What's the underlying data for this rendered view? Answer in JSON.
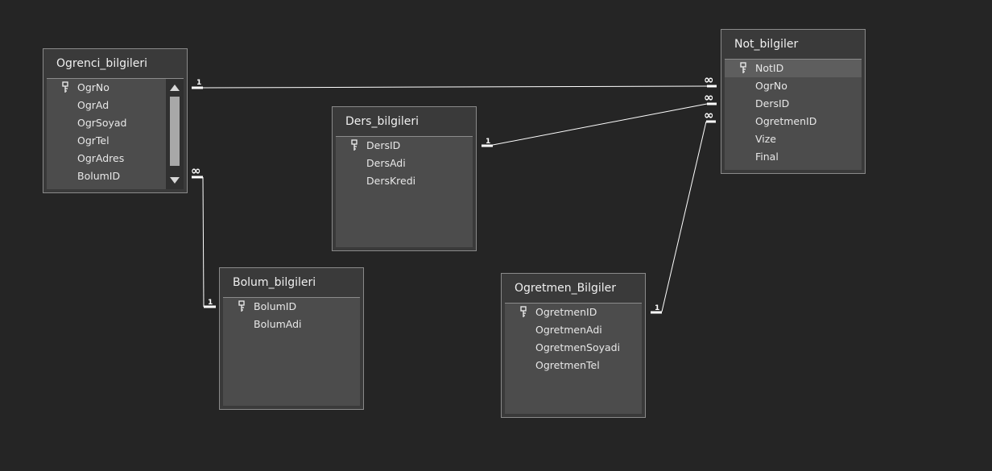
{
  "tables": {
    "ogrenci": {
      "title": "Ogrenci_bilgileri",
      "fields": [
        "OgrNo",
        "OgrAd",
        "OgrSoyad",
        "OgrTel",
        "OgrAdres",
        "BolumID"
      ]
    },
    "ders": {
      "title": "Ders_bilgileri",
      "fields": [
        "DersID",
        "DersAdi",
        "DersKredi"
      ]
    },
    "bolum": {
      "title": "Bolum_bilgileri",
      "fields": [
        "BolumID",
        "BolumAdi"
      ]
    },
    "ogretmen": {
      "title": "Ogretmen_Bilgiler",
      "fields": [
        "OgretmenID",
        "OgretmenAdi",
        "OgretmenSoyadi",
        "OgretmenTel"
      ]
    },
    "not": {
      "title": "Not_bilgiler",
      "fields": [
        "NotID",
        "OgrNo",
        "DersID",
        "OgretmenID",
        "Vize",
        "Final"
      ]
    }
  },
  "relationships": {
    "one_label": "1",
    "many_label": "∞"
  },
  "colors": {
    "background": "#252525",
    "line": "#ffffff"
  }
}
